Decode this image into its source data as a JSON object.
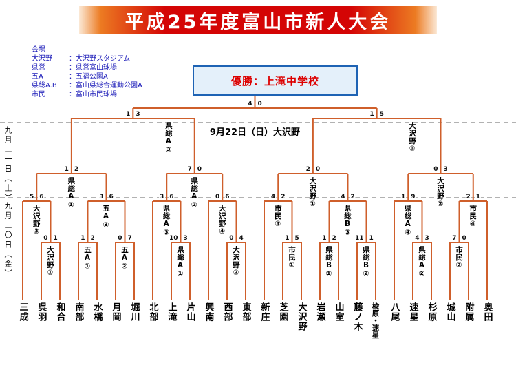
{
  "title": "平成25年度富山市新人大会",
  "legend": {
    "header": "会場",
    "colon": "：",
    "items": [
      {
        "abbr": "大沢野",
        "name": "大沢野スタジアム"
      },
      {
        "abbr": "県営",
        "name": "県営富山球場"
      },
      {
        "abbr": "五A",
        "name": "五福公園A"
      },
      {
        "abbr": "県総A.B",
        "name": "富山県総合運動公園A"
      },
      {
        "abbr": "市民",
        "name": "富山市民球場"
      }
    ]
  },
  "champion_box": "優勝：上滝中学校",
  "date_bands": [
    "九月二一日（土）",
    "九月二〇日（金）"
  ],
  "teams": [
    "三成",
    "呉羽",
    "和合",
    "南部",
    "水橋",
    "月岡",
    "堀川",
    "北部",
    "上滝",
    "片山",
    "興南",
    "西部",
    "東部",
    "新庄",
    "芝園",
    "大沢野",
    "岩瀬",
    "山室",
    "藤ノ木",
    "楡原・速星",
    "八尾",
    "速星",
    "杉原",
    "城山",
    "附属",
    "奥田"
  ],
  "bracket": {
    "round1": [
      {
        "venue": "大沢野①",
        "teams": [
          1,
          2
        ],
        "score": [
          "0",
          "1"
        ]
      },
      {
        "venue": "五A①",
        "teams": [
          3,
          4
        ],
        "score": [
          "1",
          "2"
        ]
      },
      {
        "venue": "五A②",
        "teams": [
          5,
          6
        ],
        "score": [
          "0",
          "7"
        ]
      },
      {
        "venue": "県総A①",
        "teams": [
          8,
          9
        ],
        "score": [
          "10",
          "3"
        ]
      },
      {
        "venue": "大沢野②",
        "teams": [
          11,
          12
        ],
        "score": [
          "0",
          "4"
        ]
      },
      {
        "venue": "市民①",
        "teams": [
          14,
          15
        ],
        "score": [
          "1",
          "5"
        ]
      },
      {
        "venue": "県総B①",
        "teams": [
          16,
          17
        ],
        "score": [
          "1",
          "2"
        ]
      },
      {
        "venue": "県総B②",
        "teams": [
          18,
          19
        ],
        "score": [
          "11",
          "1"
        ]
      },
      {
        "venue": "県総A②",
        "teams": [
          21,
          22
        ],
        "score": [
          "4",
          "3"
        ]
      },
      {
        "venue": "市民②",
        "teams": [
          23,
          24
        ],
        "score": [
          "7",
          "0"
        ]
      }
    ],
    "round2": [
      {
        "venue": "大沢野③",
        "left": {
          "team": 0
        },
        "right": {
          "r1": 0
        },
        "score": [
          "5",
          "6"
        ]
      },
      {
        "venue": "五A③",
        "left": {
          "r1": 1
        },
        "right": {
          "r1": 2
        },
        "score": [
          "3",
          "6"
        ]
      },
      {
        "venue": "県総A③",
        "left": {
          "team": 7
        },
        "right": {
          "r1": 3
        },
        "score": [
          "3",
          "6"
        ]
      },
      {
        "venue": "大沢野④",
        "left": {
          "team": 10
        },
        "right": {
          "r1": 4
        },
        "score": [
          "0",
          "6"
        ]
      },
      {
        "venue": "市民③",
        "left": {
          "team": 13
        },
        "right": {
          "r1": 5
        },
        "score": [
          "4",
          "2"
        ]
      },
      {
        "venue": "県総B③",
        "left": {
          "r1": 6
        },
        "right": {
          "r1": 7
        },
        "score": [
          "4",
          "2"
        ]
      },
      {
        "venue": "県総A④",
        "left": {
          "team": 20
        },
        "right": {
          "r1": 8
        },
        "score": [
          "1",
          "9"
        ]
      },
      {
        "venue": "市民④",
        "left": {
          "r1": 9
        },
        "right": {
          "team": 25
        },
        "score": [
          "2",
          "1"
        ]
      }
    ],
    "quarterfinals": [
      {
        "venue": "県総A①",
        "score": [
          "1",
          "2"
        ]
      },
      {
        "venue": "県総A②",
        "score": [
          "7",
          "0"
        ]
      },
      {
        "venue": "大沢野①",
        "score": [
          "2",
          "0"
        ]
      },
      {
        "venue": "大沢野②",
        "score": [
          "0",
          "3"
        ]
      }
    ],
    "semifinals": [
      {
        "venue": "県総A③",
        "score": [
          "1",
          "3"
        ]
      },
      {
        "venue": "大沢野③",
        "score": [
          "1",
          "5"
        ]
      }
    ],
    "final": {
      "label": "9月22日（日）大沢野",
      "score": [
        "4",
        "0"
      ]
    }
  },
  "colors": {
    "line": "#cf5f2b",
    "title_bg": "#d40505",
    "legend": "#1a1ab8",
    "champ_text": "#dd0000",
    "champ_border": "#1e63b4",
    "champ_bg": "#e4f0fa",
    "separator": "#666666"
  }
}
